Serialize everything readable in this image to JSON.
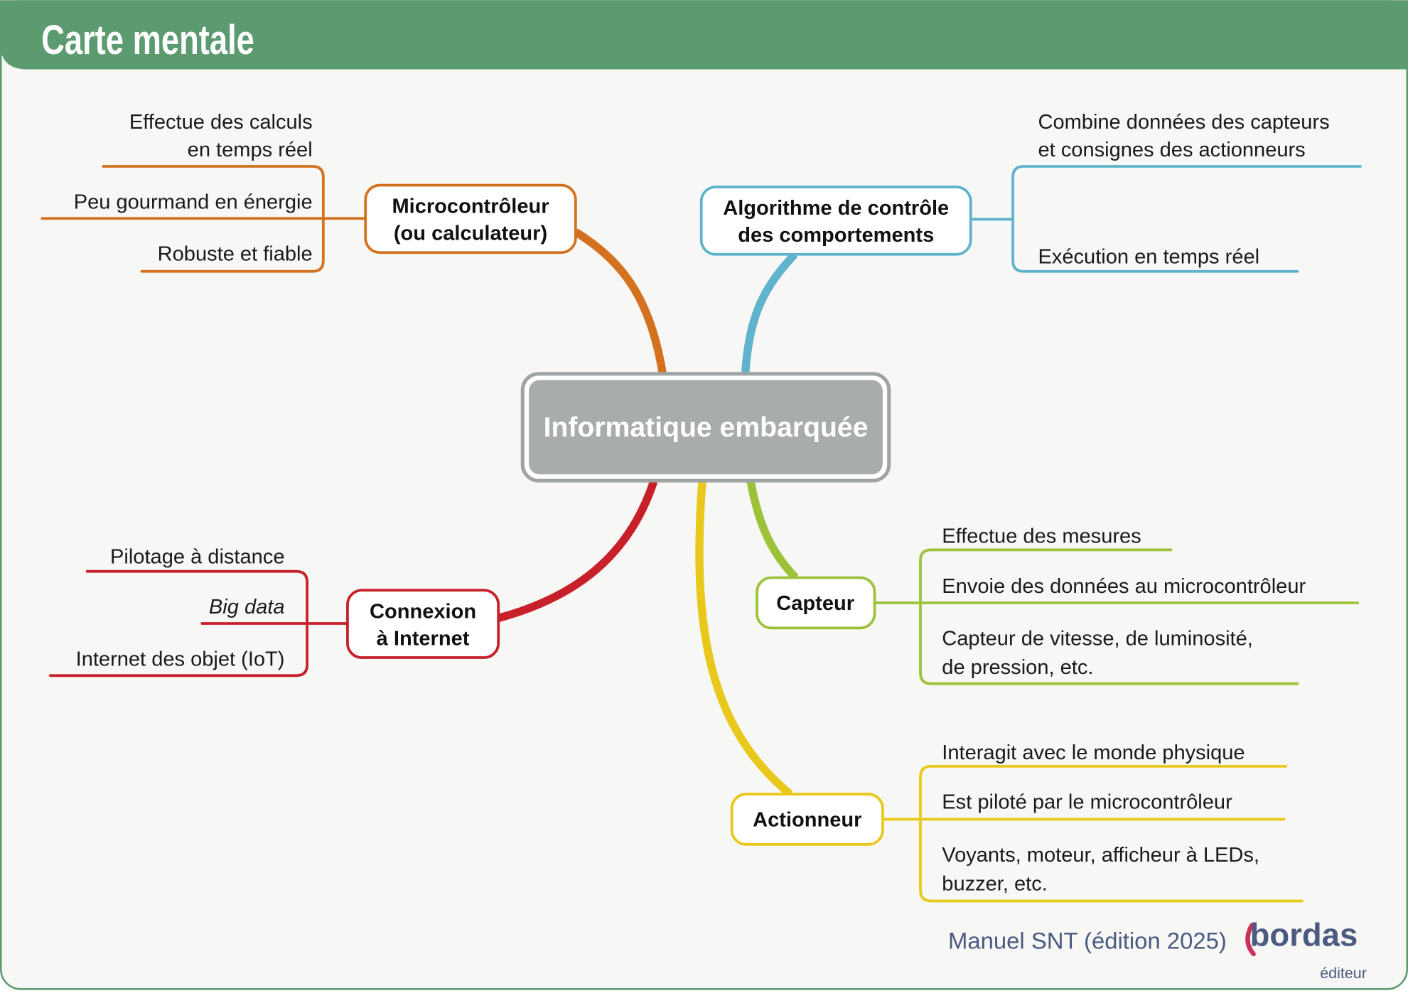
{
  "header": {
    "title": "Carte mentale"
  },
  "center": {
    "label": "Informatique embarquée"
  },
  "colors": {
    "header": "#5c9a6f",
    "micro": "#d4711f",
    "algo": "#5fb3cc",
    "connexion": "#c8202b",
    "capteur": "#9dc23a",
    "actionneur": "#e8c81a",
    "center": "#a8adab",
    "footer": "#4a5a80",
    "logo_accent": "#c8325a"
  },
  "branches": {
    "micro": {
      "label_lines": [
        "Microcontrôleur",
        "(ou calculateur)"
      ],
      "leaves": [
        [
          "Effectue des calculs",
          "en temps réel"
        ],
        [
          "Peu gourmand en énergie"
        ],
        [
          "Robuste et fiable"
        ]
      ]
    },
    "algo": {
      "label_lines": [
        "Algorithme de contrôle",
        "des comportements"
      ],
      "leaves": [
        [
          "Combine données des capteurs",
          "et consignes des actionneurs"
        ],
        [
          "Exécution en temps réel"
        ]
      ]
    },
    "connexion": {
      "label_lines": [
        "Connexion",
        "à Internet"
      ],
      "leaves": [
        [
          "Pilotage à distance"
        ],
        [
          "Big data"
        ],
        [
          "Internet des objet (IoT)"
        ]
      ]
    },
    "capteur": {
      "label_lines": [
        "Capteur"
      ],
      "leaves": [
        [
          "Effectue des mesures"
        ],
        [
          "Envoie des données au microcontrôleur"
        ],
        [
          "Capteur de vitesse, de luminosité,",
          "de pression, etc."
        ]
      ]
    },
    "actionneur": {
      "label_lines": [
        "Actionneur"
      ],
      "leaves": [
        [
          "Interagit avec le monde physique"
        ],
        [
          "Est piloté par le microcontrôleur"
        ],
        [
          "Voyants, moteur, afficheur à LEDs,",
          "buzzer, etc."
        ]
      ]
    }
  },
  "footer": {
    "source": "Manuel SNT (édition 2025)",
    "logo_name": "bordas",
    "logo_sub": "éditeur"
  }
}
